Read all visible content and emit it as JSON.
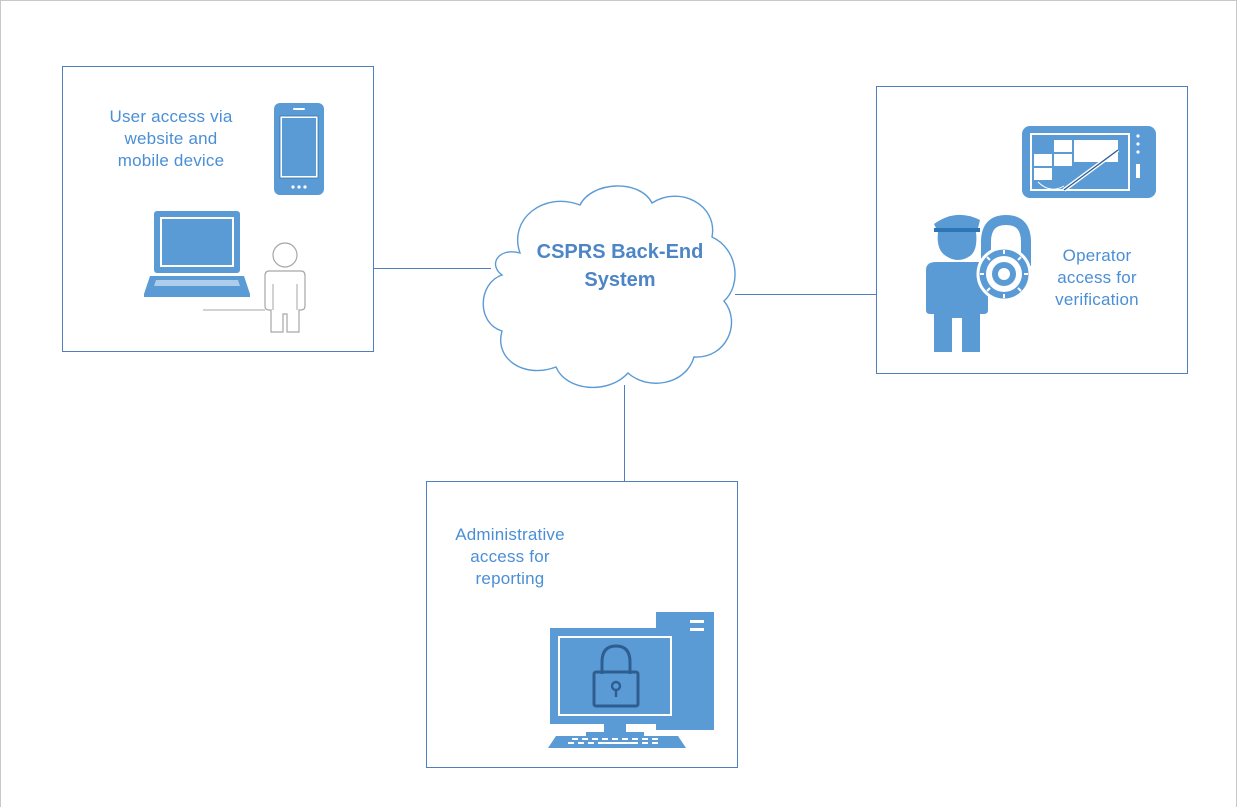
{
  "cloud": {
    "line1": "CSPRS Back-End",
    "line2": "System"
  },
  "user_box": {
    "line1": "User access via",
    "line2": "website and",
    "line3": "mobile device"
  },
  "operator_box": {
    "line1": "Operator",
    "line2": "access for",
    "line3": "verification"
  },
  "admin_box": {
    "line1": "Administrative",
    "line2": "access for",
    "line3": "reporting"
  },
  "colors": {
    "accent": "#5b9bd5",
    "outline": "#4f7fbf",
    "text": "#4a8fd6"
  },
  "icons": [
    "phone-icon",
    "laptop-icon",
    "person-icon",
    "tablet-pen-icon",
    "security-guard-icon",
    "padlock-icon",
    "desktop-computer-icon",
    "screen-lock-icon"
  ]
}
